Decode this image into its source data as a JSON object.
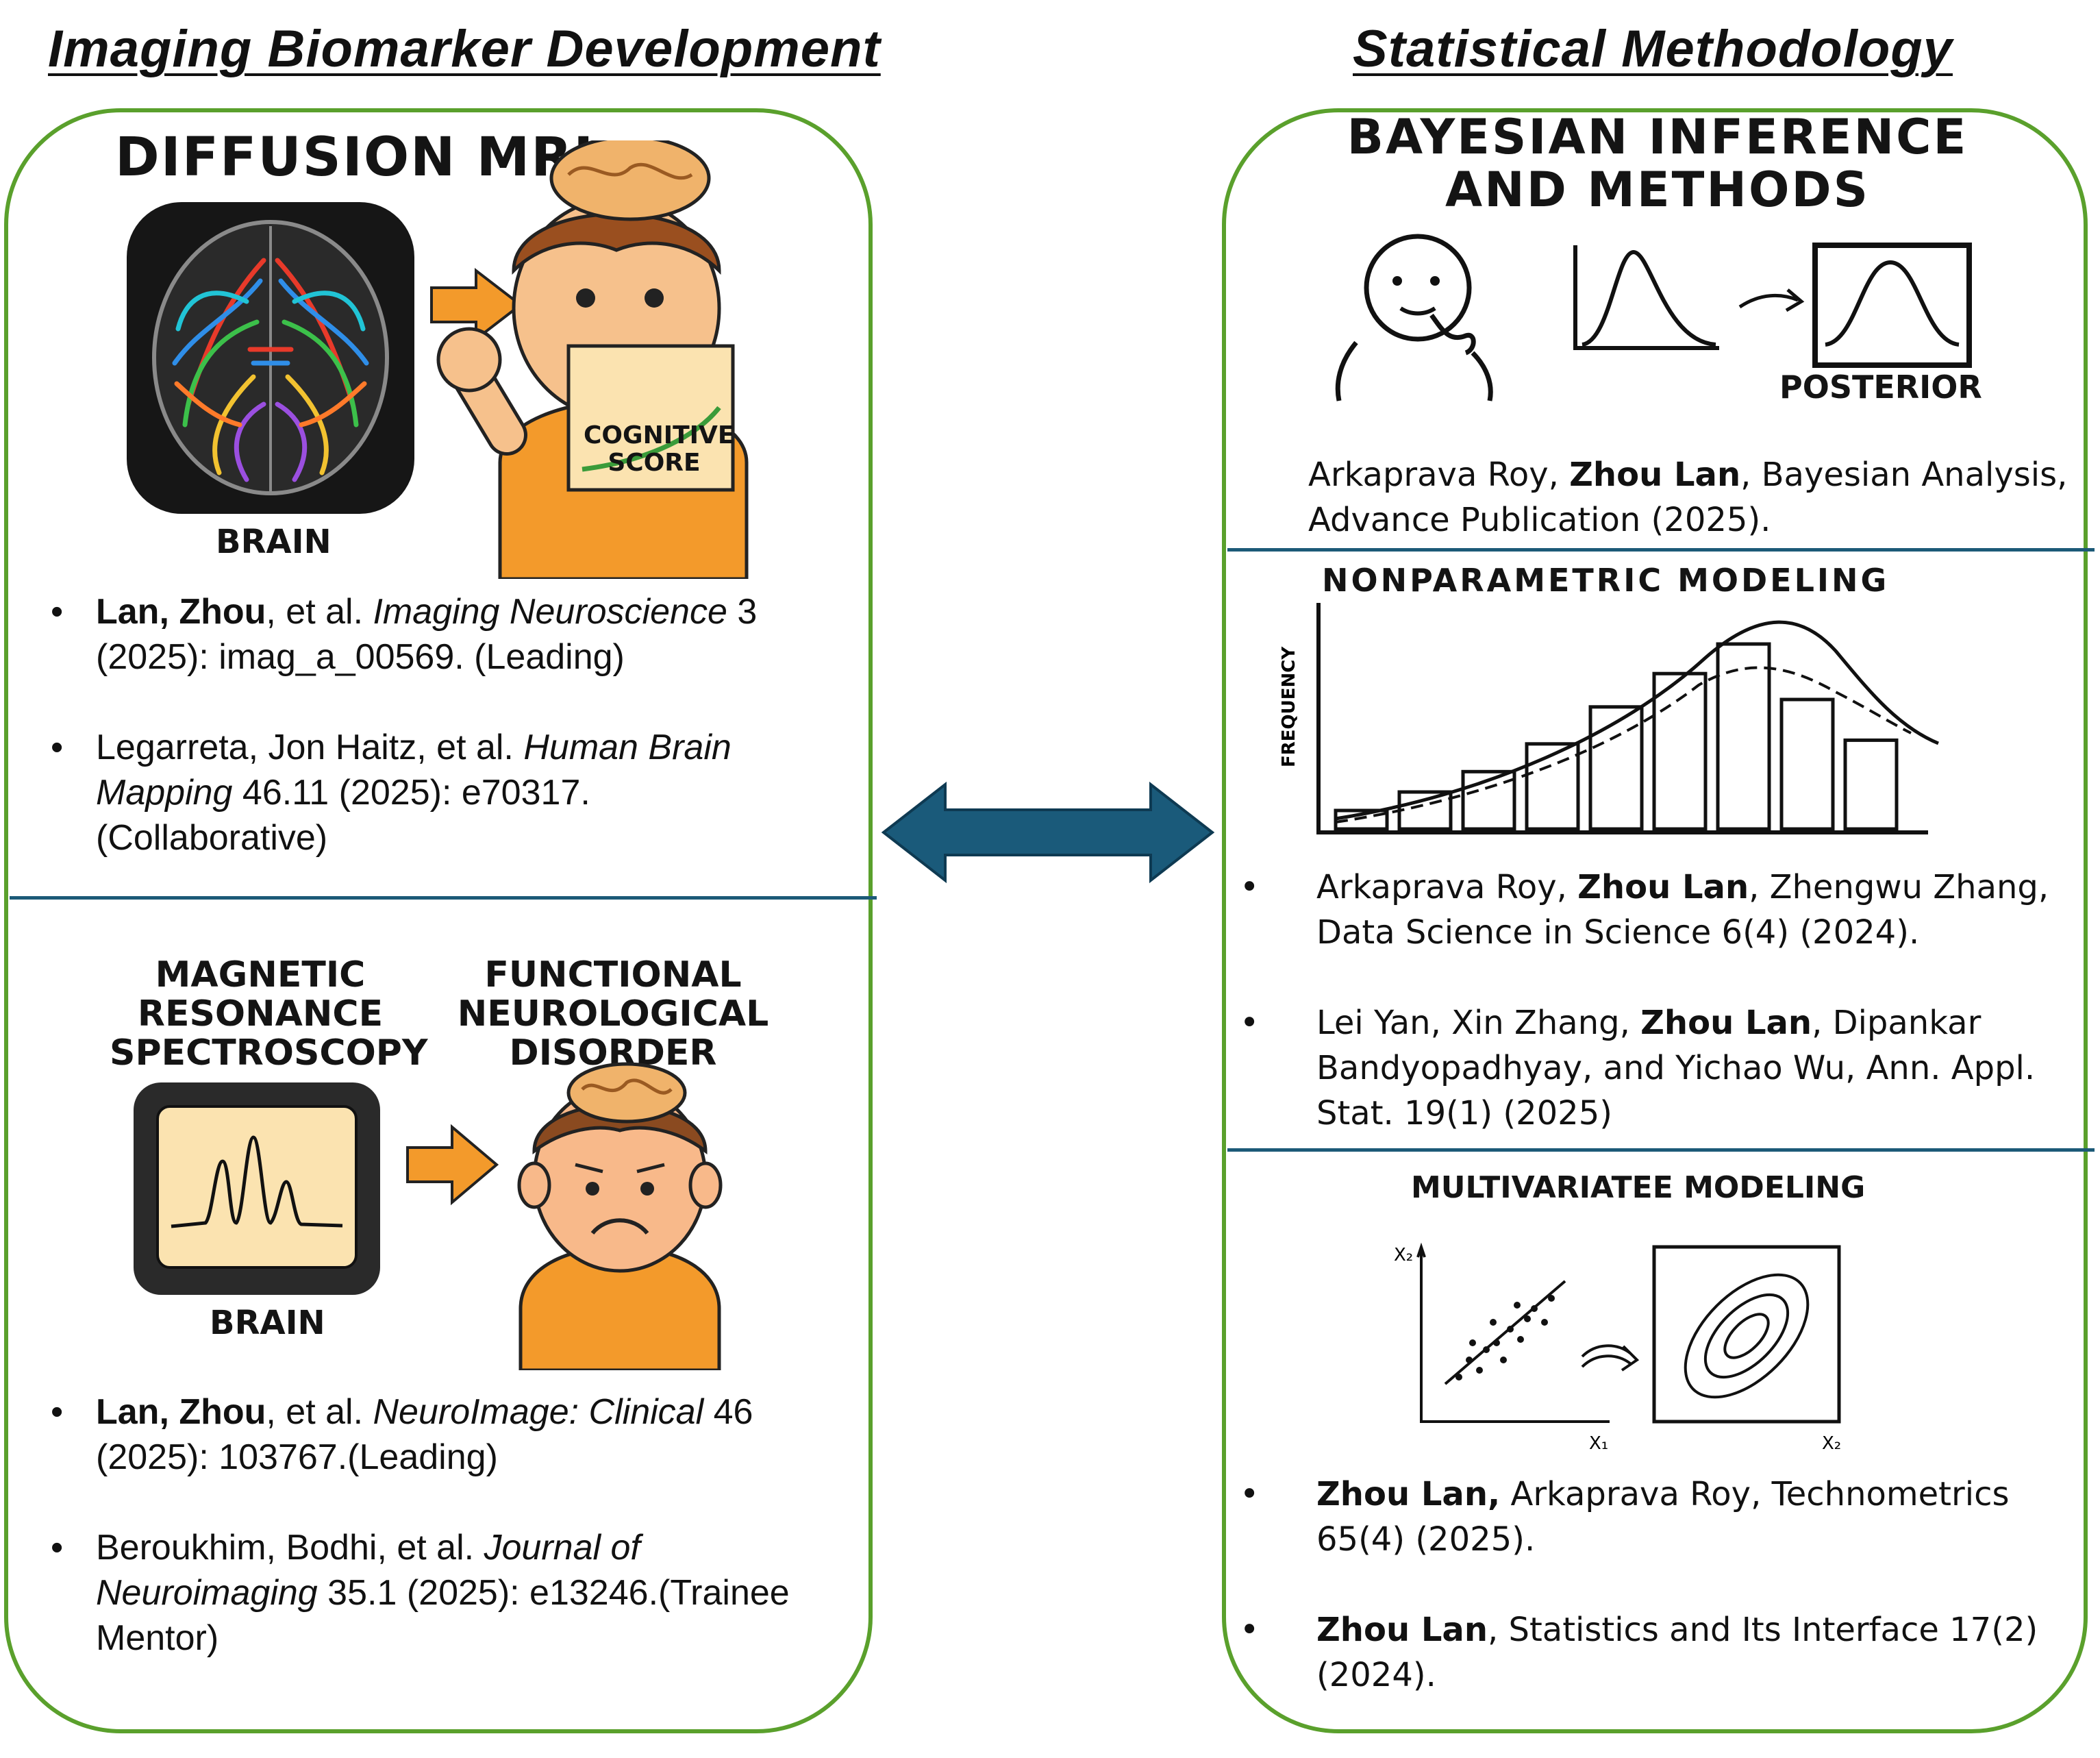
{
  "left": {
    "title": "Imaging Biomarker Development",
    "dmri": {
      "heading": "DIFFUSION MRI",
      "brain_label": "BRAIN",
      "score_label": [
        "COGNITIVE",
        "SCORE"
      ]
    },
    "mrs": {
      "heading_left": [
        "MAGNETIC",
        "RESONANCE",
        "SPECTROSCOPY"
      ],
      "heading_right": [
        "FUNCTIONAL",
        "NEUROLOGICAL",
        "DISORDER"
      ],
      "brain_label": "BRAIN"
    },
    "refs_top": [
      {
        "bold": "Lan, Zhou",
        "pre": ", et al. ",
        "journal": "Imaging Neuroscience",
        "rest": " 3 (2025): imag_a_00569. (Leading)"
      },
      {
        "bold": "",
        "pre": "Legarreta, Jon Haitz, et al. ",
        "journal": "Human Brain Mapping",
        "rest": " 46.11 (2025): e70317. (Collaborative)"
      }
    ],
    "refs_bottom": [
      {
        "bold": "Lan, Zhou",
        "pre": ", et al. ",
        "journal": "NeuroImage: Clinical",
        "rest": " 46 (2025): 103767.(Leading)"
      },
      {
        "bold": "",
        "pre": "Beroukhim, Bodhi, et al. ",
        "journal": "Journal of Neuroimaging",
        "rest": " 35.1 (2025): e13246.(Trainee Mentor)"
      }
    ]
  },
  "right": {
    "title": "Statistical Methodology",
    "bayes": {
      "heading": [
        "BAYESIAN INFERENCE",
        "AND METHODS"
      ],
      "posterior_label": "POSTERIOR",
      "citation": {
        "pre": "Arkaprava Roy, ",
        "bold": "Zhou Lan",
        "rest": ", Bayesian Analysis, Advance Publication (2025)."
      }
    },
    "nonparam": {
      "heading": "NONPARAMETRIC  MODELING",
      "ylabel": "FREQUENCY",
      "histogram": [
        0.1,
        0.2,
        0.31,
        0.46,
        0.66,
        0.84,
        1.0,
        0.7,
        0.48
      ],
      "refs": [
        {
          "pre": "Arkaprava Roy, ",
          "bold": "Zhou Lan",
          "rest": ", Zhengwu Zhang, Data Science in Science 6(4) (2024)."
        },
        {
          "pre": "Lei Yan, Xin Zhang, ",
          "bold": "Zhou Lan",
          "rest": ", Dipankar Bandyopadhyay, and Yichao Wu, Ann. Appl. Stat. 19(1) (2025)"
        }
      ]
    },
    "multi": {
      "heading": "MULTIVARIATEE MODELING",
      "axis_x1": "X₁",
      "axis_x2_left": "X₂",
      "axis_x2_right": "X₂",
      "refs": [
        {
          "pre": "",
          "bold": "Zhou Lan,",
          "rest": " Arkaprava Roy, Technometrics 65(4) (2025)."
        },
        {
          "pre": "",
          "bold": "Zhou Lan",
          "rest": ", Statistics and Its Interface 17(2) (2024)."
        }
      ]
    }
  },
  "bullet": "•",
  "colors": {
    "panel_border": "#5aa02c",
    "divider": "#1c5a78",
    "arrow": "#1a5a7a",
    "orange_arrow": "#f39a2b"
  }
}
